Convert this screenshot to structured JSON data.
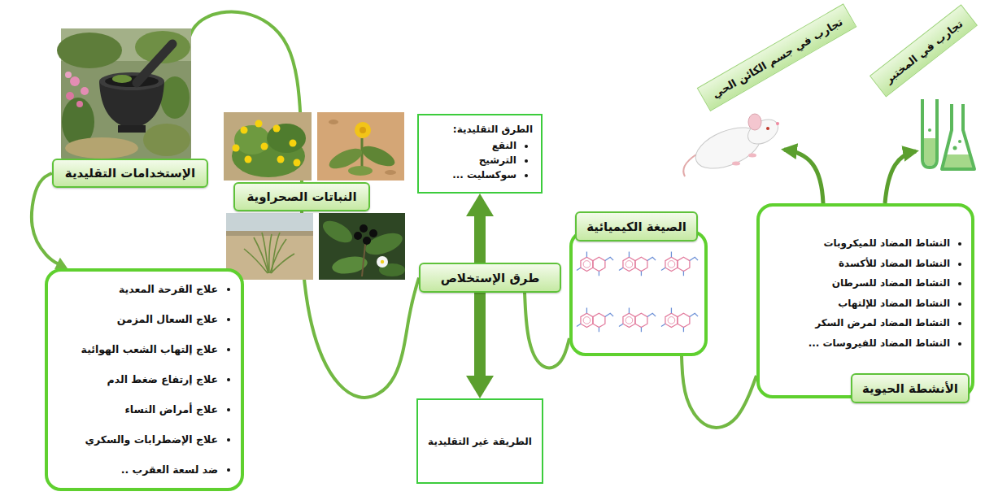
{
  "diagram": {
    "nodes": [
      {
        "text": [
          "الإستخدامات التقليدية"
        ]
      },
      {
        "text": [
          "علاج القرحة المعدية",
          "علاج السعال المزمن",
          "علاج إلتهاب الشعب الهوائية",
          "علاج إرتفاع ضغط الدم",
          "علاج أمراض النساء",
          "علاج الإضطرابات والسكري",
          "ضد لسعة العقرب .."
        ]
      },
      {
        "text": [
          "النباتات الصحراوية"
        ]
      },
      {
        "text": [
          "طرق الإستخلاص"
        ]
      },
      {
        "text": [
          "الطرق التقليدية:",
          "النقع",
          "الترشيح",
          "سوكسليت ..."
        ]
      },
      {
        "text": [
          "الطريقة غير التقليدية"
        ]
      },
      {
        "text": [
          "الصيغة الكيميائية"
        ]
      },
      {
        "text": [
          "النشاط المضاد للميكروبات",
          "النشاط المضاد للأكسدة",
          "النشاط المضاد للسرطان",
          "النشاط المضاد للإلتهاب",
          "النشاط المضاد لمرض السكر",
          "النشاط المضاد للفيروسات ...",
          "الأنشطة الحيوية"
        ]
      },
      {
        "text": [
          "تجارب في جسم الكائن الحي"
        ]
      },
      {
        "text": [
          "تجارب في المختبر"
        ]
      }
    ],
    "edges": [
      {
        "from": 2,
        "to": 0,
        "arrow": "none"
      },
      {
        "from": 0,
        "to": 1,
        "arrow": "to"
      },
      {
        "from": 2,
        "to": 3,
        "arrow": "none"
      },
      {
        "from": 3,
        "to": 4,
        "arrow": "to"
      },
      {
        "from": 3,
        "to": 5,
        "arrow": "to"
      },
      {
        "from": 3,
        "to": 6,
        "arrow": "none"
      },
      {
        "from": 6,
        "to": 7,
        "arrow": "none"
      }
    ]
  }
}
